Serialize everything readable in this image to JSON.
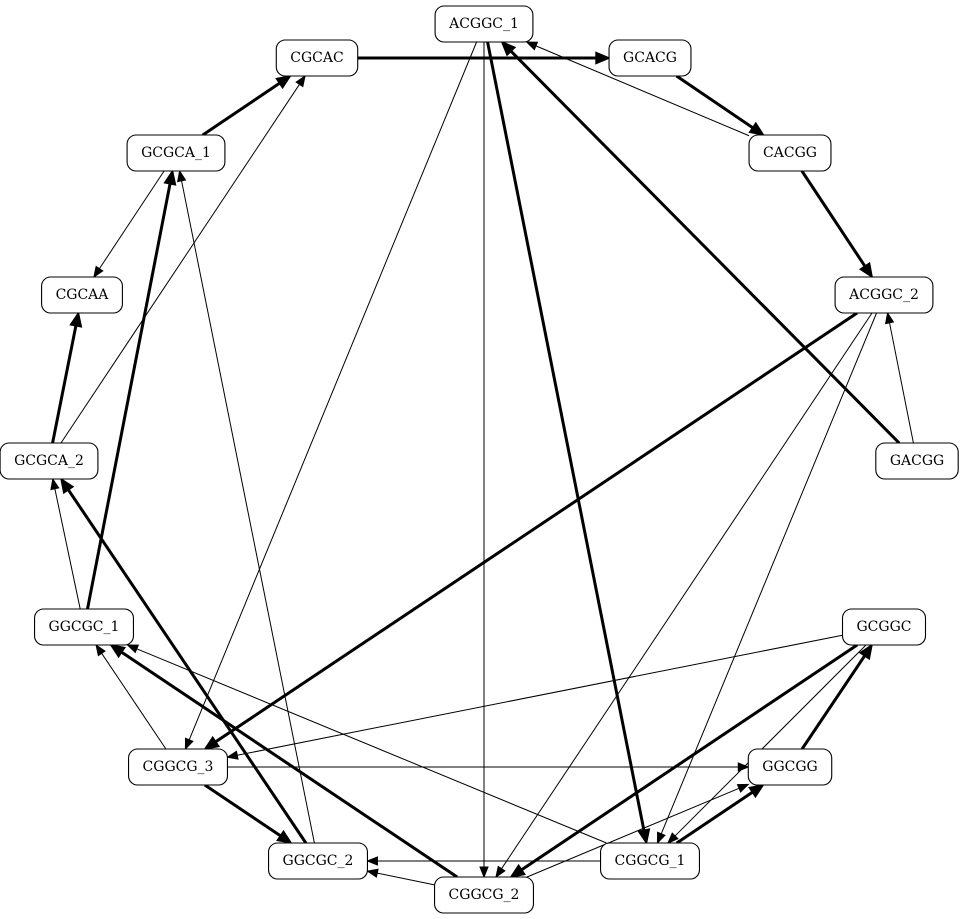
{
  "nodes": [
    {
      "id": "ACGGC_1",
      "label": "ACGGC_1"
    },
    {
      "id": "GCACG",
      "label": "GCACG"
    },
    {
      "id": "CACGG",
      "label": "CACGG"
    },
    {
      "id": "ACGGC_2",
      "label": "ACGGC_2"
    },
    {
      "id": "GACGG",
      "label": "GACGG"
    },
    {
      "id": "GCGGC",
      "label": "GCGGC"
    },
    {
      "id": "GGCGG",
      "label": "GGCGG"
    },
    {
      "id": "CGGCG_1",
      "label": "CGGCG_1"
    },
    {
      "id": "CGGCG_2",
      "label": "CGGCG_2"
    },
    {
      "id": "GGCGC_2",
      "label": "GGCGC_2"
    },
    {
      "id": "CGGCG_3",
      "label": "CGGCG_3"
    },
    {
      "id": "GGCGC_1",
      "label": "GGCGC_1"
    },
    {
      "id": "GCGCA_2",
      "label": "GCGCA_2"
    },
    {
      "id": "CGCAA",
      "label": "CGCAA"
    },
    {
      "id": "GCGCA_1",
      "label": "GCGCA_1"
    },
    {
      "id": "CGCAC",
      "label": "CGCAC"
    }
  ],
  "edges": [
    {
      "from": "CGCAC",
      "to": "GCACG",
      "bold": true
    },
    {
      "from": "GCACG",
      "to": "CACGG",
      "bold": true
    },
    {
      "from": "CACGG",
      "to": "ACGGC_1",
      "bold": false
    },
    {
      "from": "CACGG",
      "to": "ACGGC_2",
      "bold": true
    },
    {
      "from": "GACGG",
      "to": "ACGGC_1",
      "bold": true
    },
    {
      "from": "GACGG",
      "to": "ACGGC_2",
      "bold": false
    },
    {
      "from": "ACGGC_1",
      "to": "CGGCG_1",
      "bold": true
    },
    {
      "from": "ACGGC_1",
      "to": "CGGCG_2",
      "bold": false
    },
    {
      "from": "ACGGC_1",
      "to": "CGGCG_3",
      "bold": false
    },
    {
      "from": "ACGGC_2",
      "to": "CGGCG_3",
      "bold": true
    },
    {
      "from": "ACGGC_2",
      "to": "CGGCG_2",
      "bold": false
    },
    {
      "from": "ACGGC_2",
      "to": "CGGCG_1",
      "bold": false
    },
    {
      "from": "GCGGC",
      "to": "CGGCG_3",
      "bold": false
    },
    {
      "from": "GCGGC",
      "to": "CGGCG_2",
      "bold": true
    },
    {
      "from": "GCGGC",
      "to": "CGGCG_1",
      "bold": false
    },
    {
      "from": "GGCGG",
      "to": "GCGGC",
      "bold": true
    },
    {
      "from": "CGGCG_3",
      "to": "GGCGG",
      "bold": false
    },
    {
      "from": "CGGCG_1",
      "to": "GGCGG",
      "bold": true
    },
    {
      "from": "CGGCG_2",
      "to": "GGCGG",
      "bold": false
    },
    {
      "from": "CGGCG_3",
      "to": "GGCGC_2",
      "bold": true
    },
    {
      "from": "CGGCG_3",
      "to": "GGCGC_1",
      "bold": false
    },
    {
      "from": "CGGCG_1",
      "to": "GGCGC_2",
      "bold": false
    },
    {
      "from": "CGGCG_1",
      "to": "GGCGC_1",
      "bold": false
    },
    {
      "from": "CGGCG_2",
      "to": "GGCGC_2",
      "bold": false
    },
    {
      "from": "CGGCG_2",
      "to": "GGCGC_1",
      "bold": true
    },
    {
      "from": "GGCGC_1",
      "to": "GCGCA_1",
      "bold": true
    },
    {
      "from": "GGCGC_1",
      "to": "GCGCA_2",
      "bold": false
    },
    {
      "from": "GGCGC_2",
      "to": "GCGCA_2",
      "bold": true
    },
    {
      "from": "GGCGC_2",
      "to": "GCGCA_1",
      "bold": false
    },
    {
      "from": "GCGCA_1",
      "to": "CGCAA",
      "bold": false
    },
    {
      "from": "GCGCA_1",
      "to": "CGCAC",
      "bold": true
    },
    {
      "from": "GCGCA_2",
      "to": "CGCAA",
      "bold": true
    },
    {
      "from": "GCGCA_2",
      "to": "CGCAC",
      "bold": false
    }
  ]
}
